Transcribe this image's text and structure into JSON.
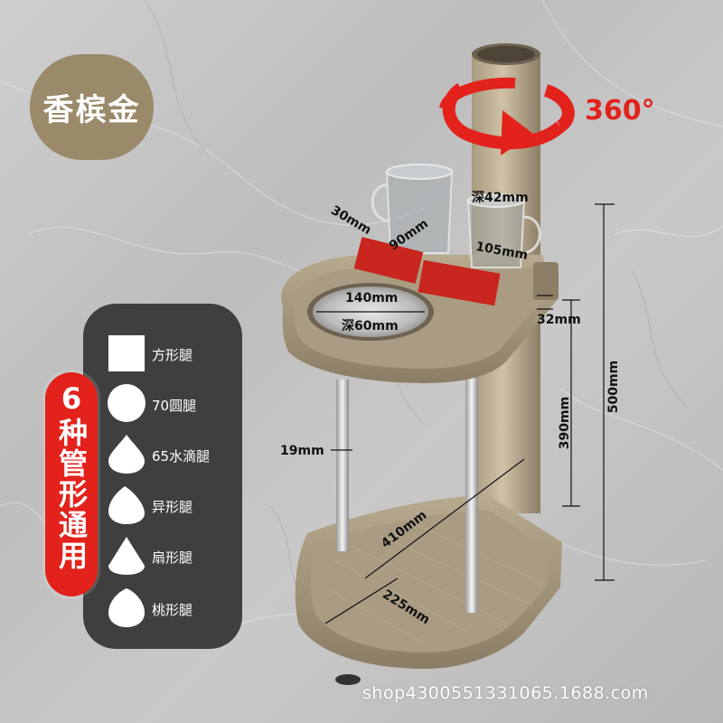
{
  "badge": {
    "text": "香槟金",
    "color": "#9a8a6a"
  },
  "rotation": {
    "label": "360°",
    "color": "#e3221c"
  },
  "compat": {
    "text": "6种管形通用",
    "color": "#e3221c"
  },
  "legs": [
    {
      "icon": "square-leg-icon",
      "label": "方形腿"
    },
    {
      "icon": "round-leg-icon",
      "label": "70圆腿"
    },
    {
      "icon": "waterdrop-leg-icon",
      "label": "65水滴腿"
    },
    {
      "icon": "irregular-leg-icon",
      "label": "异形腿"
    },
    {
      "icon": "fan-leg-icon",
      "label": "扇形腿"
    },
    {
      "icon": "peach-leg-icon",
      "label": "桃形腿"
    }
  ],
  "dimensions": {
    "cup_slot_depth": "深42mm",
    "slot_30": "30mm",
    "slot_90": "90mm",
    "slot_105": "105mm",
    "bowl_diameter": "140mm",
    "bowl_depth": "深60mm",
    "rim_32": "32mm",
    "height_500": "500mm",
    "height_390": "390mm",
    "rod_19": "19mm",
    "tray_410": "410mm",
    "tray_225": "225mm"
  },
  "watermark": "shop4300551331065.1688.com"
}
